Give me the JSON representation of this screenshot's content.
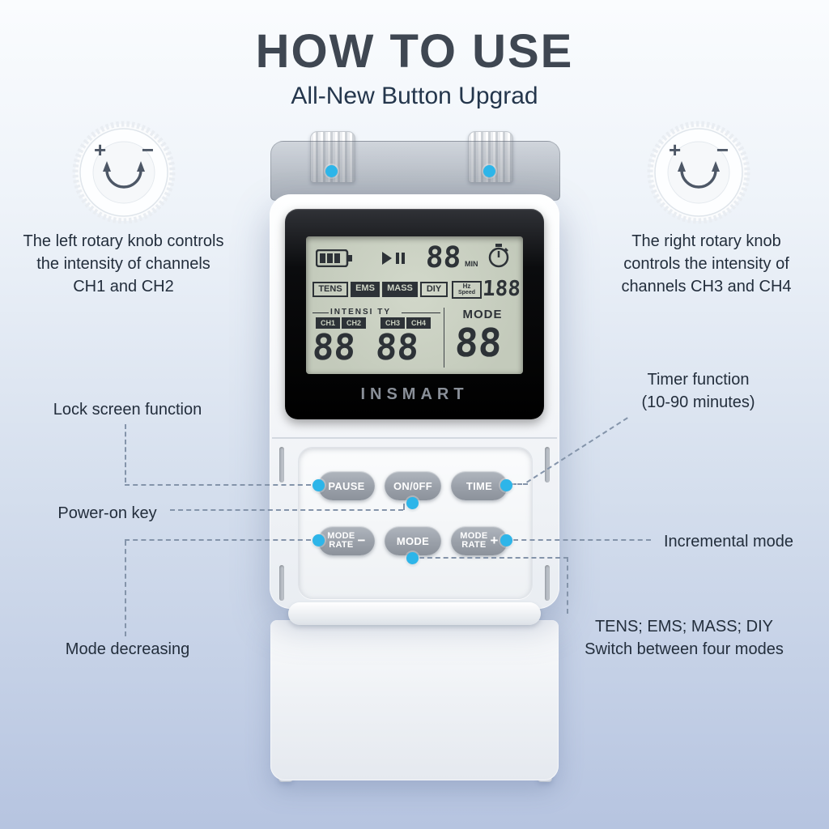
{
  "header": {
    "title": "HOW TO USE",
    "subtitle": "All-New Button Upgrad"
  },
  "callouts": {
    "left_knob": "The left rotary knob controls the intensity of channels CH1 and CH2",
    "right_knob": "The right rotary knob controls the intensity of channels CH3 and CH4",
    "lock_screen": "Lock screen function",
    "power_on": "Power-on key",
    "mode_decreasing": "Mode decreasing",
    "timer_line1": "Timer function",
    "timer_line2": "(10-90 minutes)",
    "incremental": "Incremental mode",
    "modes_line1": "TENS; EMS; MASS; DIY",
    "modes_line2": "Switch between four modes"
  },
  "knob": {
    "plus": "+",
    "minus": "−"
  },
  "device": {
    "brand": "INSMART",
    "lcd": {
      "timer_value": "88",
      "timer_unit": "MIN",
      "mode_tens": "TENS",
      "mode_ems": "EMS",
      "mode_mass": "MASS",
      "mode_diy": "DIY",
      "hz": "Hz",
      "speed": "Speed",
      "speed_value": "188",
      "intensity": "INTENSI TY",
      "ch1": "CH1",
      "ch2": "CH2",
      "ch3": "CH3",
      "ch4": "CH4",
      "intensity_left": "88",
      "intensity_right": "88",
      "mode_label": "MODE",
      "mode_value": "88"
    },
    "buttons": {
      "pause": "PAUSE",
      "power": "ON/0FF",
      "time": "TIME",
      "mode": "MODE",
      "mode_rate_minus": {
        "l1": "MODE",
        "l2": "RATE",
        "sign": "−"
      },
      "mode_rate_plus": {
        "l1": "MODE",
        "l2": "RATE",
        "sign": "+"
      }
    }
  }
}
